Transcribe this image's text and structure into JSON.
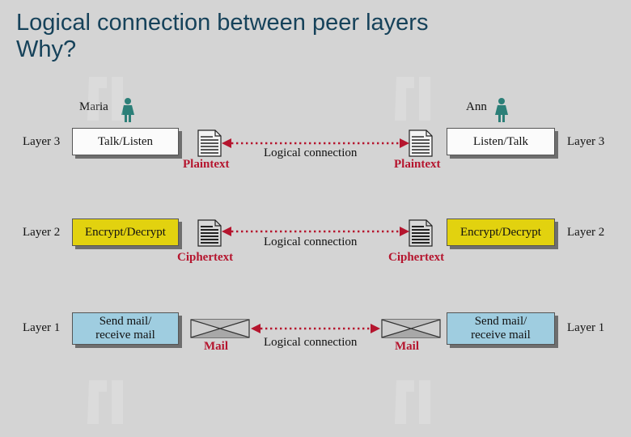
{
  "title": {
    "line1": "Logical connection between peer layers",
    "line2": "Why?"
  },
  "people": {
    "left": "Maria",
    "right": "Ann"
  },
  "layers": [
    {
      "label": "Layer 3",
      "left_box": "Talk/Listen",
      "right_box": "Listen/Talk",
      "data_label": "Plaintext",
      "connection": "Logical connection",
      "color": "#fbfbfb"
    },
    {
      "label": "Layer 2",
      "left_box": "Encrypt/Decrypt",
      "right_box": "Encrypt/Decrypt",
      "data_label": "Ciphertext",
      "connection": "Logical connection",
      "color": "#e2d20f"
    },
    {
      "label": "Layer 1",
      "left_box_line1": "Send mail/",
      "left_box_line2": "receive mail",
      "right_box_line1": "Send mail/",
      "right_box_line2": "receive mail",
      "data_label": "Mail",
      "connection": "Logical connection",
      "color": "#9fcde0"
    }
  ],
  "colors": {
    "accent_red": "#b5152e",
    "title": "#16425a",
    "background": "#d4d4d4"
  },
  "icons": [
    "person-icon",
    "document-icon",
    "envelope-icon",
    "dotted-double-arrow"
  ]
}
